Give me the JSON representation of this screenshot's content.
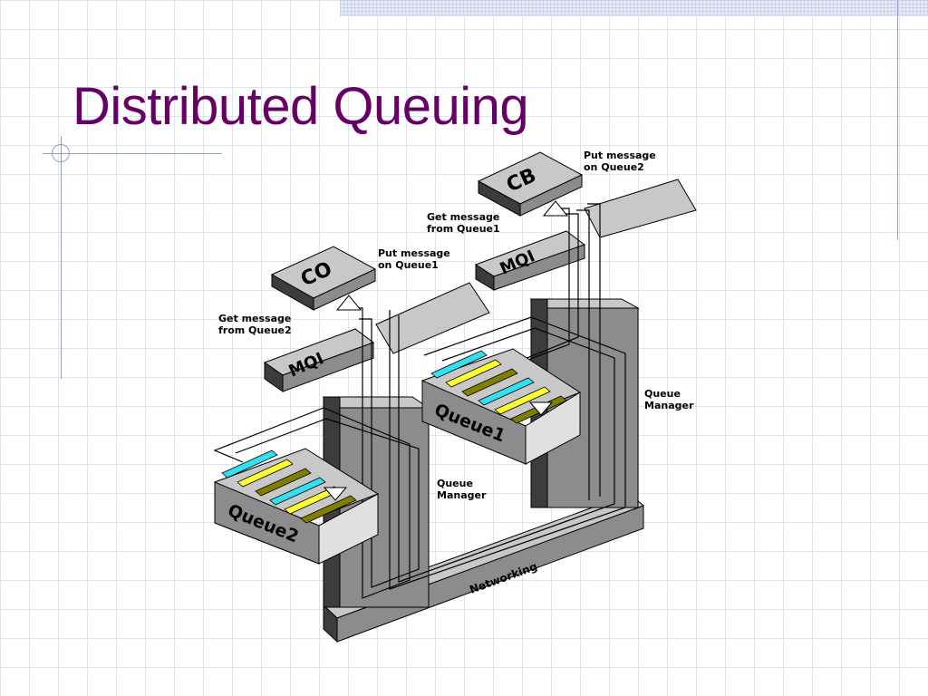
{
  "slide": {
    "title": "Distributed Queuing"
  },
  "diagram": {
    "apps": {
      "left": "CO",
      "right": "CB"
    },
    "mqi": {
      "left": "MQI",
      "right": "MQI"
    },
    "queues": {
      "left": "Queue2",
      "right": "Queue1"
    },
    "network": "Networking",
    "labels": {
      "put_q1": [
        "Put message",
        "on Queue1"
      ],
      "put_q2": [
        "Put message",
        "on Queue2"
      ],
      "get_q1": [
        "Get message",
        "from Queue1"
      ],
      "get_q2": [
        "Get message",
        "from Queue2"
      ],
      "qm_left": [
        "Queue",
        "Manager"
      ],
      "qm_right": [
        "Queue",
        "Manager"
      ]
    },
    "colors": {
      "title": "#660066",
      "dark_gray": "#3c3c3c",
      "mid_gray": "#8c8c8c",
      "light_gray": "#c8c8c8",
      "cyan": "#33e0f0",
      "yellow": "#ffff33",
      "olive": "#808000"
    }
  }
}
